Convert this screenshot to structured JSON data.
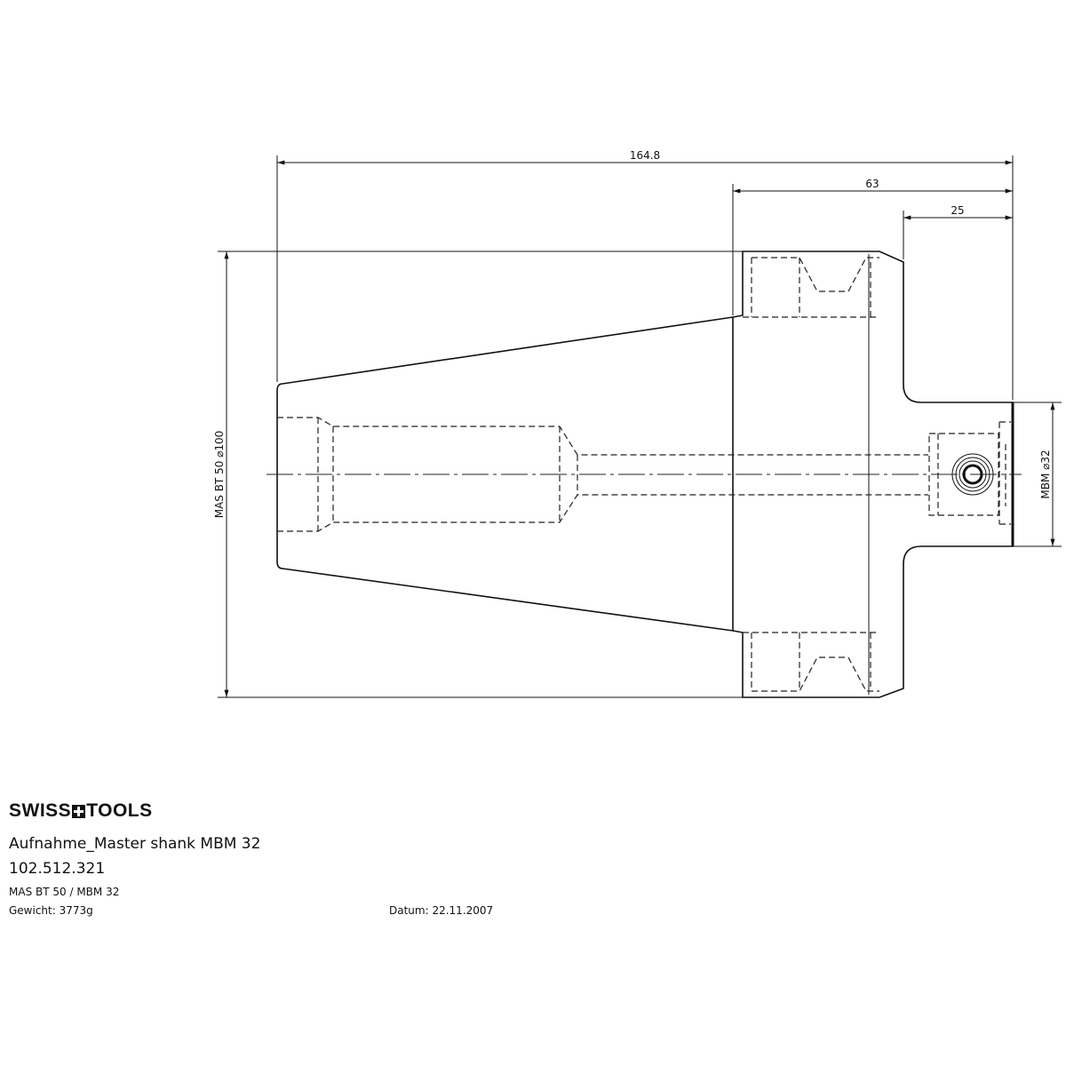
{
  "drawing": {
    "dimensions": {
      "overall_length": "164.8",
      "flange_to_end": "63",
      "shank_length": "25",
      "taper_diameter": "MAS BT 50  ⌀100",
      "shank_diameter": "MBM  ⌀32"
    }
  },
  "title_block": {
    "logo": "SWISS+TOOLS",
    "logo_left": "SWISS",
    "logo_right": "TOOLS",
    "name": "Aufnahme_Master shank MBM 32",
    "part_number": "102.512.321",
    "spec": "MAS BT 50 / MBM 32",
    "weight": "Gewicht: 3773g",
    "date": "Datum: 22.11.2007"
  }
}
